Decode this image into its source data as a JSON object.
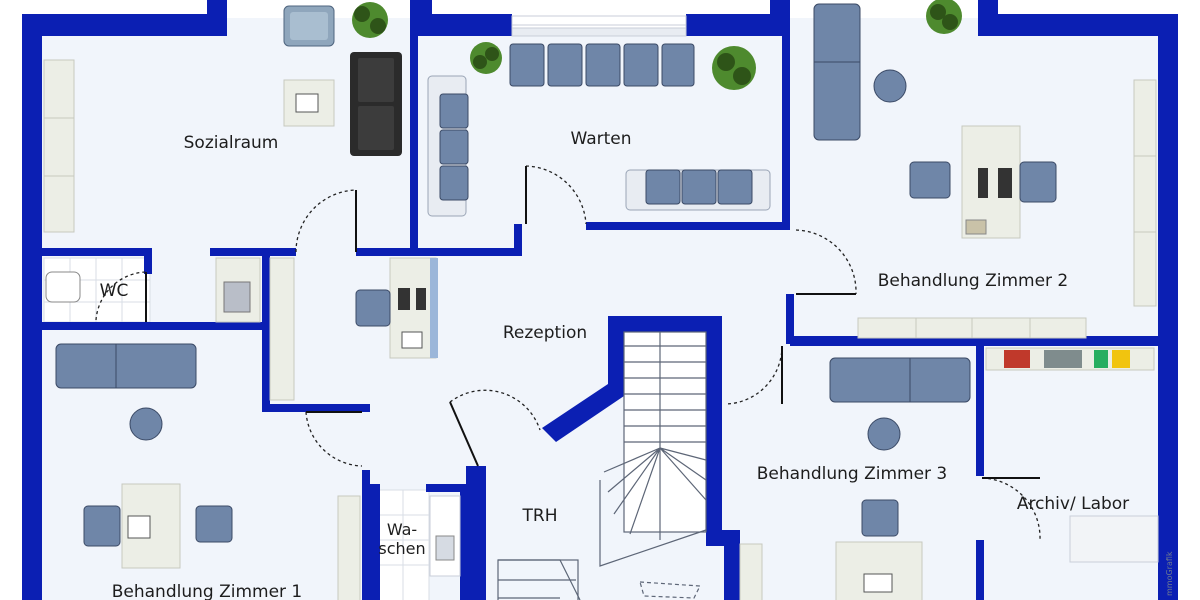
{
  "colors": {
    "wall": "#0b1fb3",
    "floor": "#f1f5fb",
    "furniture_blue": "#6f86a8",
    "furniture_dark": "#3b4a66",
    "desk": "#eceee6",
    "cabinet": "#ecece4",
    "plant": "#3f6e23",
    "sofa": "#2b2b2b"
  },
  "rooms": {
    "sozialraum": "Sozialraum",
    "warten": "Warten",
    "wc": "WC",
    "rezeption": "Rezeption",
    "behandlung2": "Behandlung Zimmer 2",
    "behandlung3": "Behandlung Zimmer 3",
    "archiv": "Archiv/ Labor",
    "trh": "TRH",
    "waschen": "Wa- schen",
    "behandlung1": "Behandlung Zimmer 1"
  },
  "watermark": "mmoGrafik"
}
